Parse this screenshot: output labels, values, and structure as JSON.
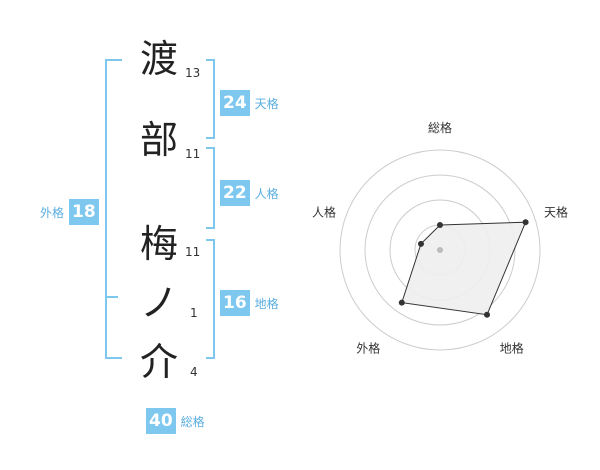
{
  "name": {
    "chars": [
      {
        "char": "渡",
        "strokes": "13"
      },
      {
        "char": "部",
        "strokes": "11"
      },
      {
        "char": "梅",
        "strokes": "11"
      },
      {
        "char": "ノ",
        "strokes": "1"
      },
      {
        "char": "介",
        "strokes": "4"
      }
    ]
  },
  "fortune": {
    "tenkaku": {
      "value": "24",
      "label": "天格"
    },
    "jinkaku": {
      "value": "22",
      "label": "人格"
    },
    "chikaku": {
      "value": "16",
      "label": "地格"
    },
    "gaikaku": {
      "value": "18",
      "label": "外格"
    },
    "soukaku": {
      "value": "40",
      "label": "総格"
    }
  },
  "chart_data": {
    "type": "radar",
    "axes": [
      "総格",
      "天格",
      "地格",
      "外格",
      "人格"
    ],
    "values": [
      0.25,
      0.9,
      0.8,
      0.65,
      0.2
    ],
    "rings": 4,
    "colors": {
      "fill": "#eeeeee",
      "stroke": "#333333",
      "ring": "#cccccc",
      "center": "#bbbbbb"
    }
  },
  "colors": {
    "accent": "#7ec8f0",
    "accent_text": "#5aaee0"
  }
}
